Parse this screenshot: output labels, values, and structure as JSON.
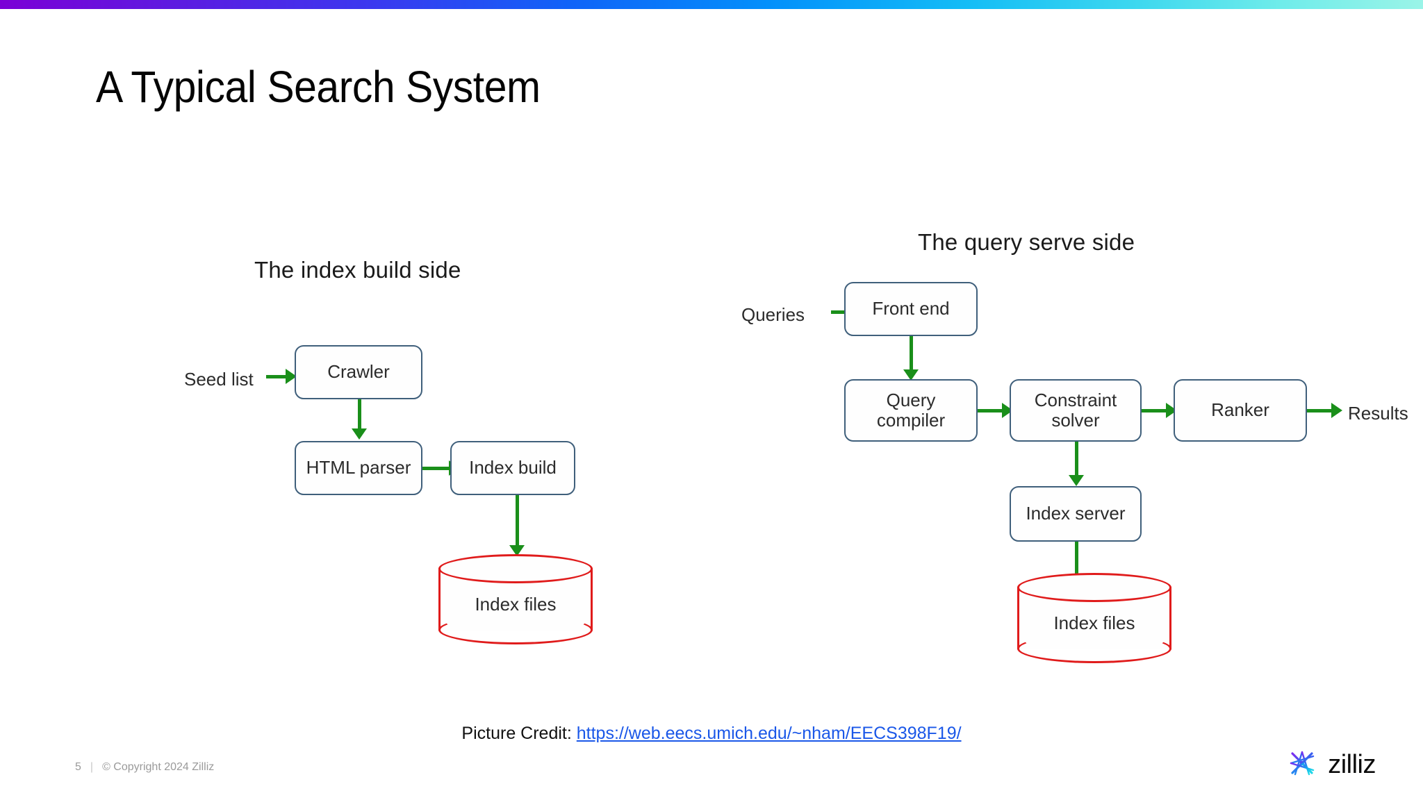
{
  "top_bar": {
    "gradient_from": "#7b00d6",
    "gradient_mid": "#0390fb",
    "gradient_to": "#9af4e8"
  },
  "slide": {
    "title": "A Typical Search System"
  },
  "diagram_left": {
    "heading": "The index build side",
    "input_label": "Seed list",
    "nodes": [
      {
        "label": "Crawler"
      },
      {
        "label": "HTML parser"
      },
      {
        "label": "Index build"
      }
    ],
    "store": {
      "label": "Index files"
    }
  },
  "diagram_right": {
    "heading": "The query serve side",
    "input_label": "Queries",
    "output_label": "Results",
    "nodes": [
      {
        "label": "Front end"
      },
      {
        "label": "Query\ncompiler"
      },
      {
        "label": "Constraint\nsolver"
      },
      {
        "label": "Ranker"
      },
      {
        "label": "Index server"
      }
    ],
    "store": {
      "label": "Index files"
    }
  },
  "credit": {
    "prefix": "Picture Credit: ",
    "link_text": "https://web.eecs.umich.edu/~nham/EECS398F19/"
  },
  "footer": {
    "page_number": "5",
    "separator": "|",
    "copyright": "© Copyright  2024  Zilliz"
  },
  "logo": {
    "wordmark": "zilliz"
  },
  "colors": {
    "node_border": "#3f5f7b",
    "arrow_green": "#1a8f1a",
    "cylinder_red": "#e01b1b",
    "link_blue": "#1a57e8"
  }
}
